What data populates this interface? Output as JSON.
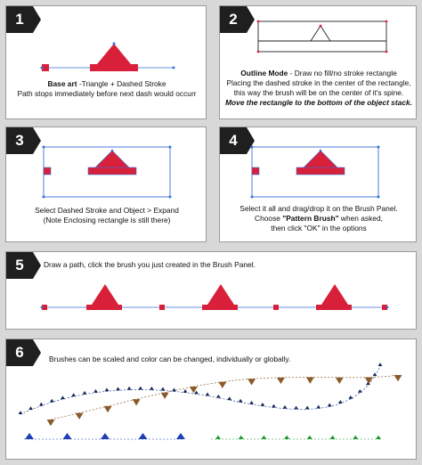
{
  "panels": [
    {
      "number": "1",
      "caption_bold": "Base art",
      "caption_rest": " -Triangle + Dashed Stroke",
      "caption_line2": "Path stops immediately before next dash would occurr"
    },
    {
      "number": "2",
      "caption_bold": "Outline Mode",
      "caption_rest": " - Draw no fill/no stroke rectangle",
      "caption_line2": "Placing the dashed stroke in the center of the rectangle,",
      "caption_line3": "this way the brush will be on the center of it's spine.",
      "caption_emphasis": "Move the rectangle to the bottom of the object stack."
    },
    {
      "number": "3",
      "caption_line1": "Select Dashed Stroke and Object > Expand",
      "caption_line2": "(Note Enclosing rectangle is still there)"
    },
    {
      "number": "4",
      "caption_line1": "Select it all and drag/drop it on the Brush Panel.",
      "caption_pre": "Choose ",
      "caption_bold": "\"Pattern Brush\"",
      "caption_post": " when asked,",
      "caption_line3": "then click \"OK\" in the options"
    },
    {
      "number": "5",
      "caption": "Draw a path, click the brush you just created in the Brush Panel."
    },
    {
      "number": "6",
      "caption": "Brushes can be scaled and color can be changed, individually or globally."
    }
  ],
  "colors": {
    "brush_red": "#d8203a",
    "path_blue": "#3a6fd6",
    "navy": "#14285a",
    "brown": "#8b5a2b",
    "bright_blue": "#1f3fb8",
    "green": "#1a9a2a"
  }
}
